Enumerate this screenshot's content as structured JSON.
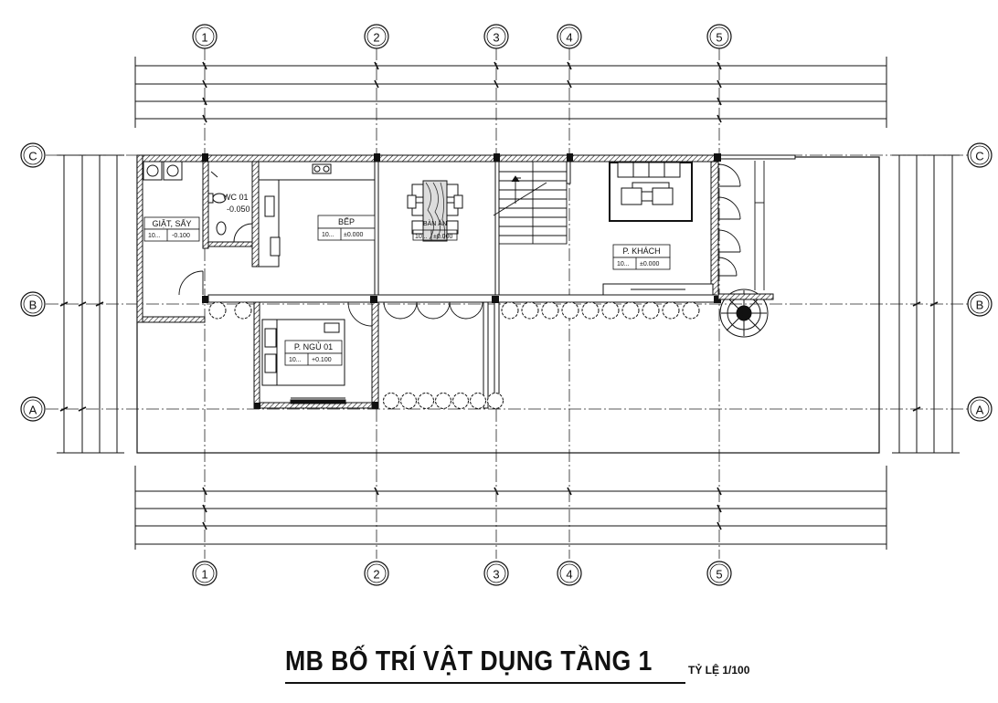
{
  "grid": {
    "columns": [
      "1",
      "2",
      "3",
      "4",
      "5"
    ],
    "rows": [
      "C",
      "B",
      "A"
    ]
  },
  "rooms": [
    {
      "key": "laundry",
      "name": "GIẶT, SẤY",
      "area": "10...",
      "level": "-0.100"
    },
    {
      "key": "wc",
      "name": "WC 01",
      "level": "-0.050"
    },
    {
      "key": "kitchen",
      "name": "BẾP",
      "area": "10...",
      "level": "±0.000"
    },
    {
      "key": "dining",
      "name": "BÀN ĂN",
      "area": "10...",
      "level": "±0.000"
    },
    {
      "key": "living",
      "name": "P. KHÁCH",
      "area": "10...",
      "level": "±0.000"
    },
    {
      "key": "bedroom",
      "name": "P. NGỦ 01",
      "area": "10...",
      "level": "+0.100"
    }
  ],
  "title": "MB BỐ TRÍ VẬT DỤNG TẦNG 1",
  "scale": "TỶ LỆ 1/100"
}
